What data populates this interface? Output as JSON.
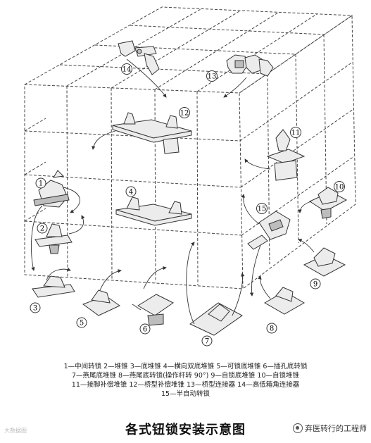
{
  "callouts": [
    "1",
    "2",
    "3",
    "4",
    "5",
    "6",
    "7",
    "8",
    "9",
    "10",
    "11",
    "12",
    "13",
    "14",
    "15"
  ],
  "legend": {
    "line1": "1—中间转锁  2—堆锥  3—底堆锥  4—横向双底堆锥  5—可锁底堆锥  6—插孔底转锁",
    "line2": "7—燕尾底堆锥  8—燕尾底转锁(操作杆转 90°)  9—自锁底堆锥  10—自锁堆锥",
    "line3": "11—接脚补偿堆锥  12—桥型补偿堆锥  13—桥型连接器  14—高低箱角连接器",
    "line4": "15—半自动转锁"
  },
  "title": "各式钮锁安装示意图",
  "watermark_left": "大数据图",
  "watermark_right": "弃医转行的工程师",
  "colors": {
    "line": "#333333",
    "fill": "#e9e9e9",
    "dark": "#555555"
  }
}
